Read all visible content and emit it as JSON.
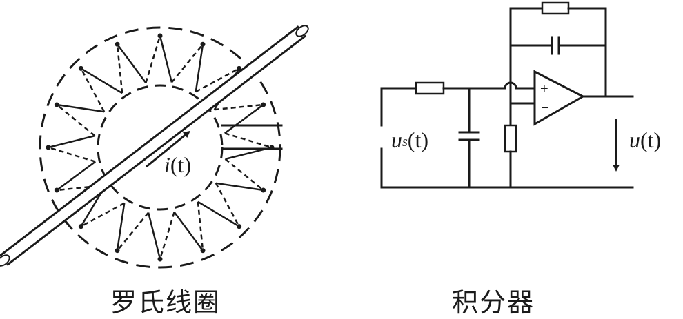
{
  "captions": {
    "rogowski": "罗氏线圈",
    "integrator": "积分器"
  },
  "labels": {
    "current": {
      "var": "i",
      "paren": "(t)"
    },
    "input_voltage": {
      "var": "u",
      "sub": "s",
      "paren": "(t)"
    },
    "output_voltage": {
      "var": "u",
      "paren": "(t)"
    },
    "opamp_plus": "+",
    "opamp_minus": "−"
  },
  "colors": {
    "line": "#1a1a1a",
    "background": "#ffffff"
  }
}
